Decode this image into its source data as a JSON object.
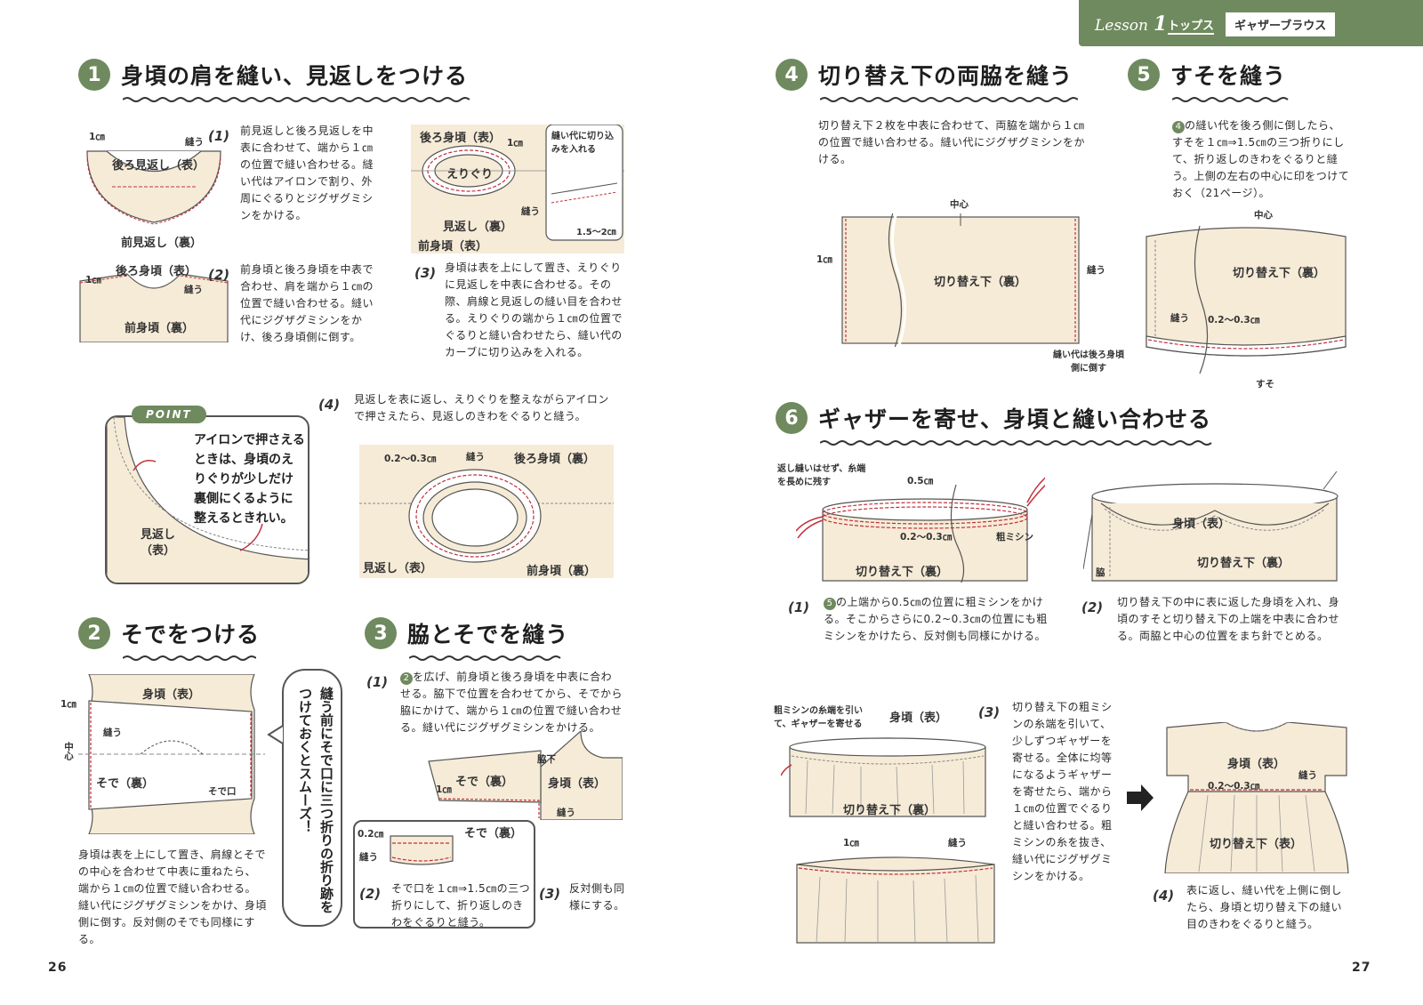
{
  "banner": {
    "lesson": "Lesson",
    "lesson_num": "1",
    "category": "トップス",
    "item": "ギャザーブラウス"
  },
  "sections": {
    "s1": {
      "num": "1",
      "title": "身頃の肩を縫い、見返しをつける"
    },
    "s2": {
      "num": "2",
      "title": "そでをつける"
    },
    "s3": {
      "num": "3",
      "title": "脇とそでを縫う"
    },
    "s4": {
      "num": "4",
      "title": "切り替え下の両脇を縫う"
    },
    "s5": {
      "num": "5",
      "title": "すそを縫う"
    },
    "s6": {
      "num": "6",
      "title": "ギャザーを寄せ、身頃と縫い合わせる"
    }
  },
  "steps": {
    "s1_1": {
      "no": "(1)",
      "text": "前見返しと後ろ見返しを中表に合わせて、端から１㎝の位置で縫い合わせる。縫い代はアイロンで割り、外周にぐるりとジグザグミシンをかける。"
    },
    "s1_2": {
      "no": "(2)",
      "text": "前身頃と後ろ身頃を中表で合わせ、肩を端から１㎝の位置で縫い合わせる。縫い代にジグザグミシンをかけ、後ろ身頃側に倒す。"
    },
    "s1_3": {
      "no": "(3)",
      "text": "身頃は表を上にして置き、えりぐりに見返しを中表に合わせる。その際、肩線と見返しの縫い目を合わせる。えりぐりの端から１㎝の位置でぐるりと縫い合わせたら、縫い代のカーブに切り込みを入れる。"
    },
    "s1_4": {
      "no": "(4)",
      "text": "見返しを表に返し、えりぐりを整えながらアイロンで押さえたら、見返しのきわをぐるりと縫う。"
    },
    "s2_main": {
      "text": "身頃は表を上にして置き、肩線とそでの中心を合わせて中表に重ねたら、端から１㎝の位置で縫い合わせる。縫い代にジグザグミシンをかけ、身頃側に倒す。反対側のそでも同様にする。"
    },
    "s3_1": {
      "no": "(1)",
      "circled": "2",
      "text": "を広げ、前身頃と後ろ身頃を中表に合わせる。脇下で位置を合わせてから、そでから脇にかけて、端から１㎝の位置で縫い合わせる。縫い代にジグザグミシンをかける。"
    },
    "s3_2": {
      "no": "(2)",
      "text": "そで口を１㎝⇒1.5㎝の三つ折りにして、折り返しのきわをぐるりと縫う。"
    },
    "s3_3": {
      "no": "(3)",
      "text": "反対側も同様にする。"
    },
    "s4_main": {
      "text": "切り替え下２枚を中表に合わせて、両脇を端から１㎝の位置で縫い合わせる。縫い代にジグザグミシンをかける。"
    },
    "s5_main": {
      "circled": "4",
      "text": "の縫い代を後ろ側に倒したら、すそを１㎝⇒1.5㎝の三つ折りにして、折り返しのきわをぐるりと縫う。上側の左右の中心に印をつけておく（21ページ）。"
    },
    "s6_1": {
      "no": "(1)",
      "circled": "5",
      "text": "の上端から0.5㎝の位置に粗ミシンをかける。そこからさらに0.2~0.3㎝の位置にも粗ミシンをかけたら、反対側も同様にかける。"
    },
    "s6_2": {
      "no": "(2)",
      "text": "切り替え下の中に表に返した身頃を入れ、身頃のすそと切り替え下の上端を中表に合わせる。両脇と中心の位置をまち針でとめる。"
    },
    "s6_3": {
      "no": "(3)",
      "text": "切り替え下の粗ミシンの糸端を引いて、少しずつギャザーを寄せる。全体に均等になるようギャザーを寄せたら、端から１㎝の位置でぐるりと縫い合わせる。粗ミシンの糸を抜き、縫い代にジグザグミシンをかける。"
    },
    "s6_4": {
      "no": "(4)",
      "text": "表に返し、縫い代を上側に倒したら、身頃と切り替え下の縫い目のきわをぐるりと縫う。"
    }
  },
  "point": {
    "badge": "POINT",
    "text": "アイロンで押さえるときは、身頃のえりぐりが少しだけ裏側にくるように整えるときれい。",
    "label_mikaeshi": "見返し",
    "label_omote": "（表）"
  },
  "tip": {
    "text": "縫う前にそで口に三つ折りの折り跡をつけておくとスムーズ！"
  },
  "labels": {
    "cm1": "1㎝",
    "nuu": "縫う",
    "ushiro_mikaeshi_omote": "後ろ見返し（表）",
    "mae_mikaeshi_ura": "前見返し（裏）",
    "ushiro_migoro_omote": "後ろ身頃（表）",
    "mae_migoro_ura": "前身頃（裏）",
    "erigiri": "えりぐり",
    "mikaeshi_ura": "見返し（裏）",
    "mae_migoro_omote": "前身頃（表）",
    "kirikomi": "縫い代に切り込みを入れる",
    "cm15_2": "1.5～2㎝",
    "cm02_03": "0.2～0.3㎝",
    "ushiro_migoro_ura": "後ろ身頃（裏）",
    "mikaeshi_omote": "見返し（表）",
    "mae_migoro_ura2": "前身頃（裏）",
    "migoro_omote": "身頃（表）",
    "chushin": "中心",
    "sode_ura": "そで（裏）",
    "sodeguchi": "そで口",
    "wakishita": "脇下",
    "cm02": "0.2㎝",
    "kirikae_ura": "切り替え下（裏）",
    "nuishiro_ushiro": "縫い代は後ろ身頃側に倒す",
    "suso": "すそ",
    "kaeshi_nui": "返し縫いはせず、糸端を長めに残す",
    "cm05": "0.5㎝",
    "ara_mishin": "粗ミシン",
    "waki": "脇",
    "ara_pull": "粗ミシンの糸端を引いて、ギャザーを寄せる",
    "kirikae_omote": "切り替え下（表）"
  },
  "page_numbers": {
    "left": "26",
    "right": "27"
  }
}
